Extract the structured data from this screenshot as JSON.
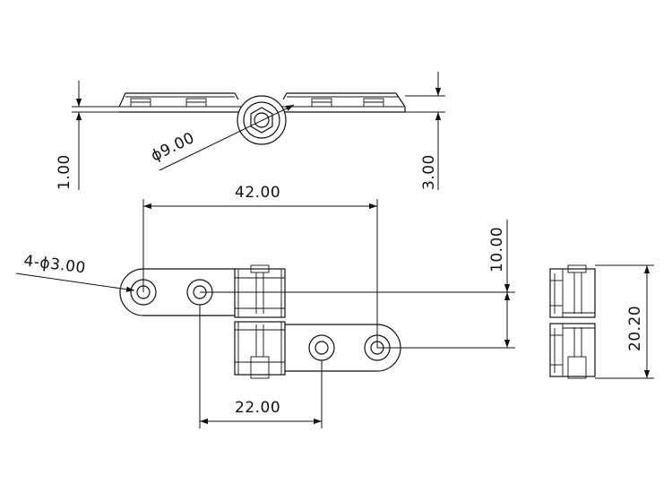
{
  "dimensions": {
    "thickness_left": "1.00",
    "thickness_right": "3.00",
    "knuckle_diameter": "ϕ9.00",
    "hole_span": "42.00",
    "hole_callout": "4-ϕ3.00",
    "offset": "10.00",
    "leaf_spacing": "22.00",
    "overall_height": "20.20"
  }
}
